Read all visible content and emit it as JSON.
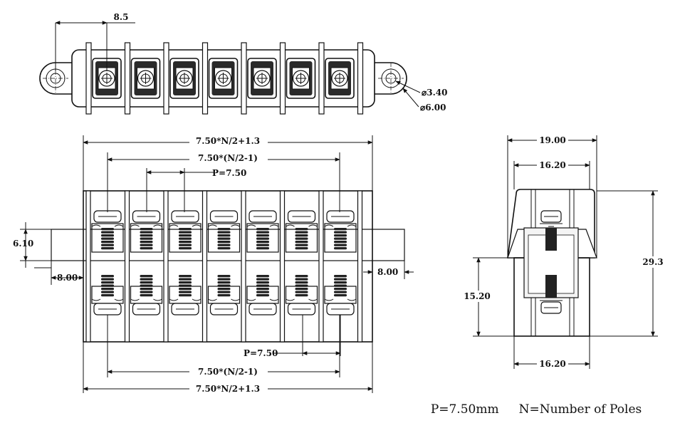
{
  "dimensions": {
    "pitch_top": "8.5",
    "hole_inner": "⌀3.40",
    "hole_outer": "⌀6.00",
    "total_len_top": "7.50*N/2+1.3",
    "inner_len_top": "7.50*(N/2-1)",
    "pitch_front": "P=7.50",
    "height_left": "6.10",
    "offset_left": "8.00",
    "offset_right": "8.00",
    "pitch_bottom": "P=7.50",
    "inner_len_bottom": "7.50*(N/2-1)",
    "total_len_bottom": "7.50*N/2+1.3",
    "side_width": "19.00",
    "side_inner_top": "16.20",
    "side_height": "29.3",
    "side_lower_height": "15.20",
    "side_inner_bottom": "16.20"
  },
  "caption": {
    "pitch": "P=7.50mm",
    "poles": "N=Number of Poles"
  }
}
